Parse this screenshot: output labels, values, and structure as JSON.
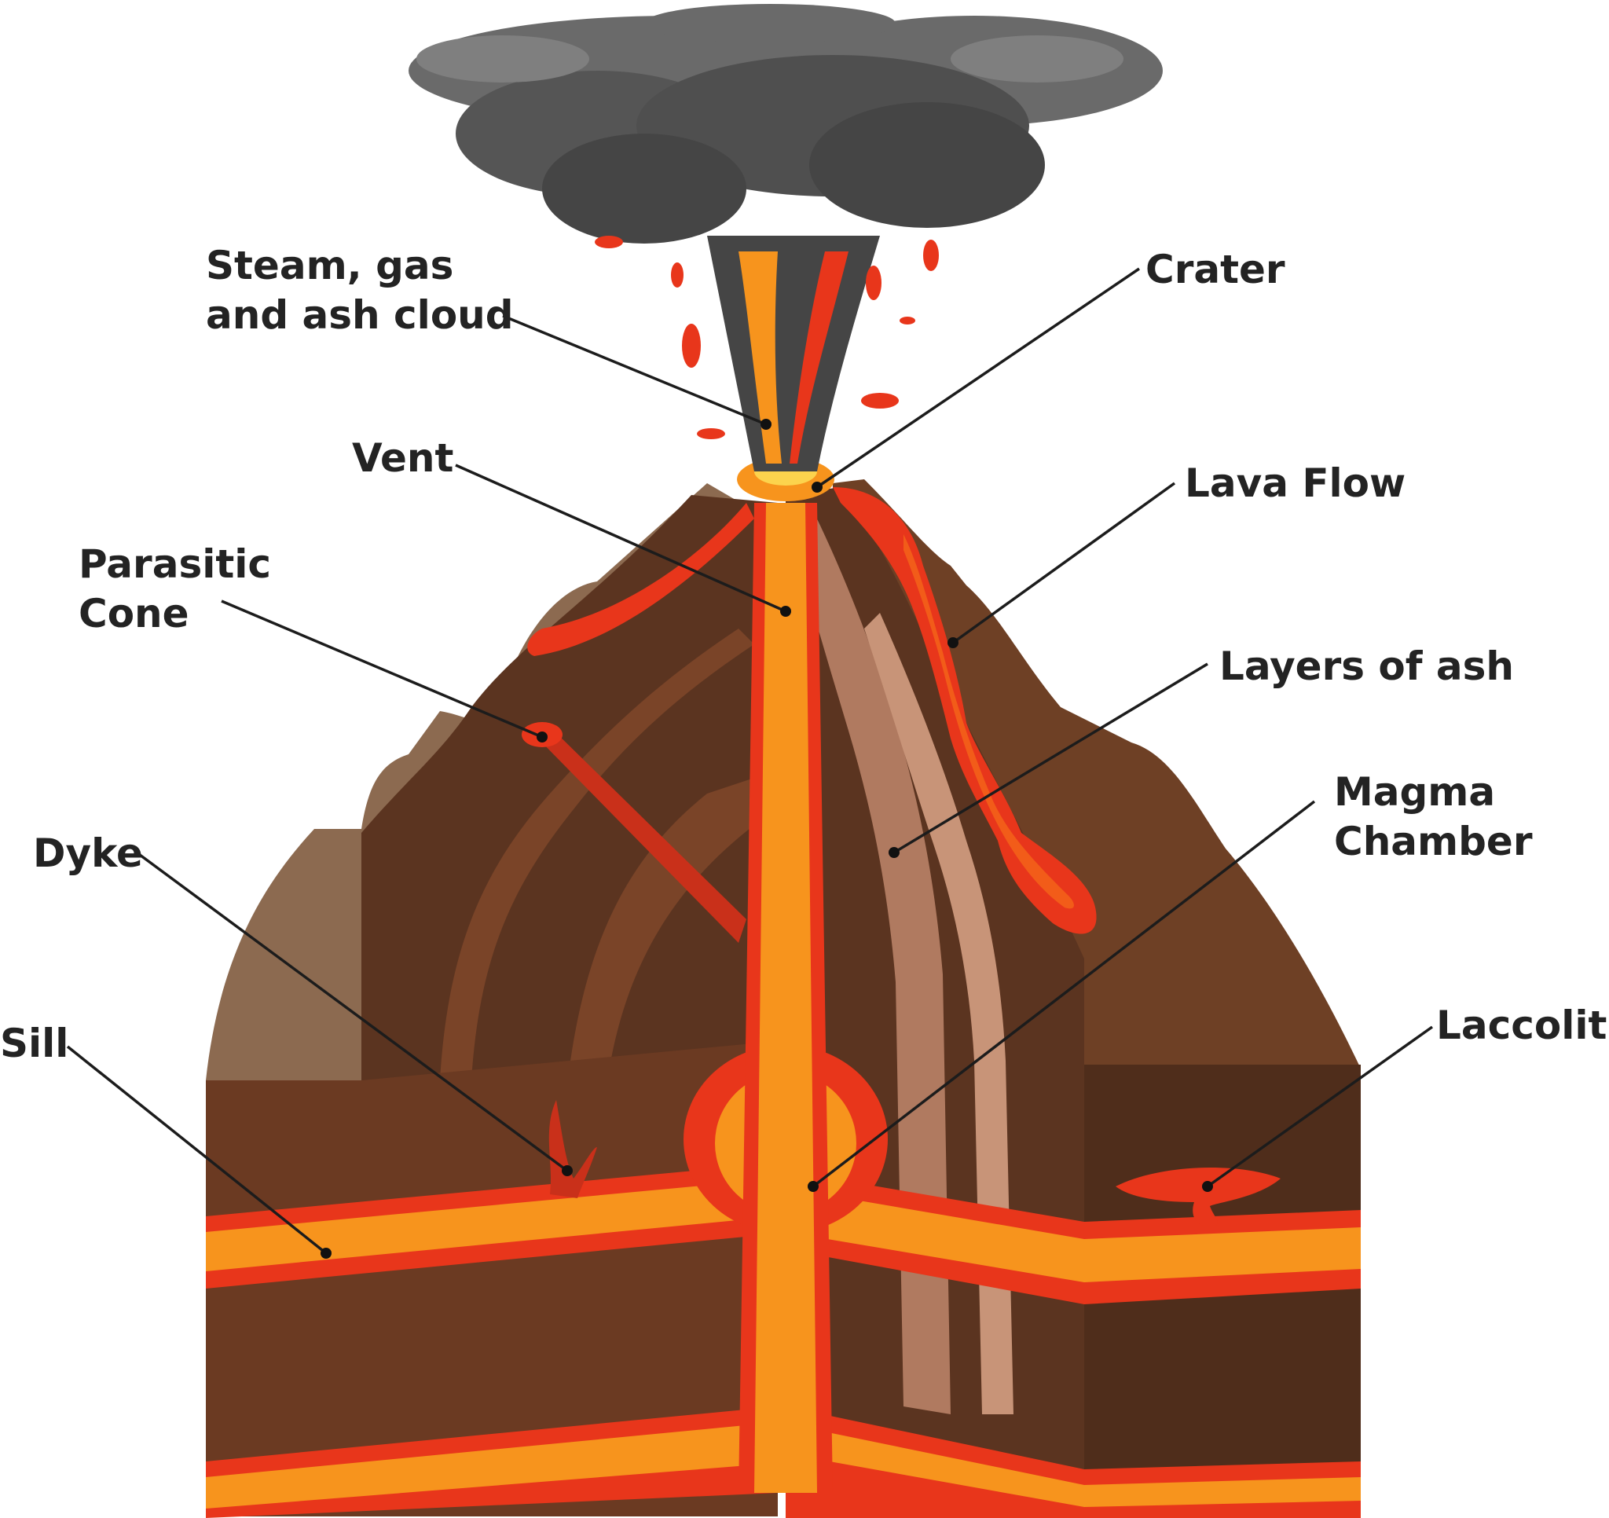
{
  "labels": {
    "steam_line1": "Steam, gas",
    "steam_line2": "and ash cloud",
    "crater": "Crater",
    "vent": "Vent",
    "lava_flow": "Lava Flow",
    "parasitic_line1": "Parasitic",
    "parasitic_line2": "Cone",
    "layers_of_ash": "Layers of ash",
    "magma_line1": "Magma",
    "magma_line2": "Chamber",
    "dyke": "Dyke",
    "sill": "Sill",
    "laccolith": "Laccolith"
  },
  "colors": {
    "ash_cloud": "#5c5c5c",
    "magma": "#f7941d",
    "lava_red": "#e8361b",
    "rock_dark": "#4a2a1a",
    "rock_mid": "#7a4428",
    "rock_light": "#8c6a50"
  }
}
